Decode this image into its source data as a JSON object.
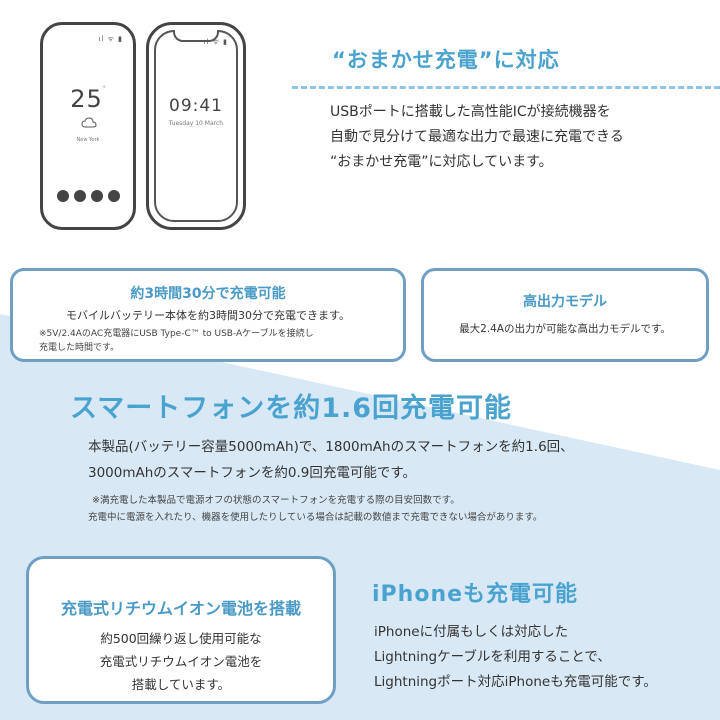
{
  "colors": {
    "accent": "#4aa2cf",
    "card_border": "#6f9fc2",
    "bg_light": "#d8e9f5",
    "dash": "#8cc6e6"
  },
  "phone_left": {
    "status": "ıl ᯤ ▮",
    "temperature": "25",
    "degree": "°",
    "city": "New York",
    "icons": [
      "weather-icon",
      "app-dot-icon"
    ]
  },
  "phone_right": {
    "status": "ıl ᯤ ▮",
    "time": "09:41",
    "date": "Tuesday 10 March"
  },
  "section_auto": {
    "title": "“おまかせ充電”に対応",
    "lines": [
      "USBポートに搭載した高性能ICが接続機器を",
      "自動で見分けて最適な出力で最速に充電できる",
      "“おまかせ充電”に対応しています。"
    ]
  },
  "card_time": {
    "title": "約3時間30分で充電可能",
    "text": "モバイルバッテリー本体を約3時間30分で充電できます。",
    "note_lines": [
      "※5V/2.4AのAC充電器にUSB Type-C™ to USB-Aケーブルを接続し",
      "充電した時間です。"
    ]
  },
  "card_output": {
    "title": "高出力モデル",
    "text": "最大2.4Aの出力が可能な高出力モデルです。"
  },
  "section_smartphone": {
    "title": "スマートフォンを約1.6回充電可能",
    "lines": [
      "本製品(バッテリー容量5000mAh)で、1800mAhのスマートフォンを約1.6回、",
      "3000mAhのスマートフォンを約0.9回充電可能です。"
    ],
    "notes": [
      "※満充電した本製品で電源オフの状態のスマートフォンを充電する際の目安回数です。",
      "充電中に電源を入れたり、機器を使用したりしている場合は記載の数値まで充電できない場合があります。"
    ]
  },
  "card_lithium": {
    "title": "充電式リチウムイオン電池を搭載",
    "lines": [
      "約500回繰り返し使用可能な",
      "充電式リチウムイオン電池を",
      "搭載しています。"
    ]
  },
  "section_iphone": {
    "title": "iPhoneも充電可能",
    "lines": [
      "iPhoneに付属もしくは対応した",
      "Lightningケーブルを利用することで、",
      "Lightningポート対応iPhoneも充電可能です。"
    ]
  }
}
